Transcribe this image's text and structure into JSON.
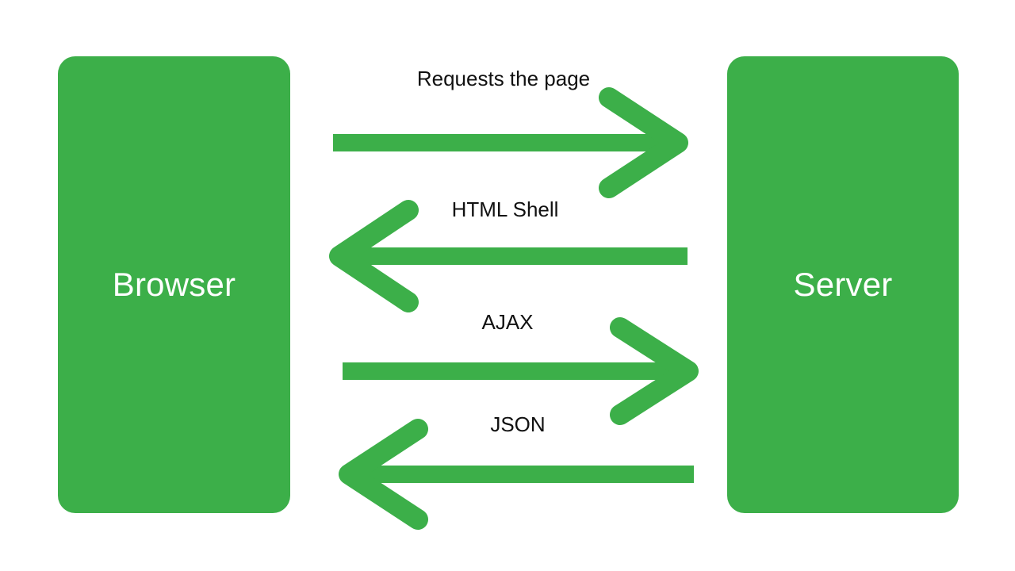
{
  "diagram": {
    "title": "Browser and Server request/response flow",
    "background_color": "#FFFFFF",
    "accent_color": "#3CAF49",
    "label_color": "#111111",
    "node_label_color": "#FFFFFF"
  },
  "nodes": [
    {
      "id": "browser",
      "label": "Browser"
    },
    {
      "id": "server",
      "label": "Server"
    }
  ],
  "edges": [
    {
      "id": "requests-the-page",
      "label": "Requests the page",
      "direction": "browser-to-server",
      "arrow": "right",
      "color": "#3CAF49"
    },
    {
      "id": "html-shell",
      "label": "HTML Shell",
      "direction": "server-to-browser",
      "arrow": "left",
      "color": "#3CAF49"
    },
    {
      "id": "ajax",
      "label": "AJAX",
      "direction": "browser-to-server",
      "arrow": "right",
      "color": "#3CAF49"
    },
    {
      "id": "json",
      "label": "JSON",
      "direction": "server-to-browser",
      "arrow": "left",
      "color": "#3CAF49"
    }
  ]
}
